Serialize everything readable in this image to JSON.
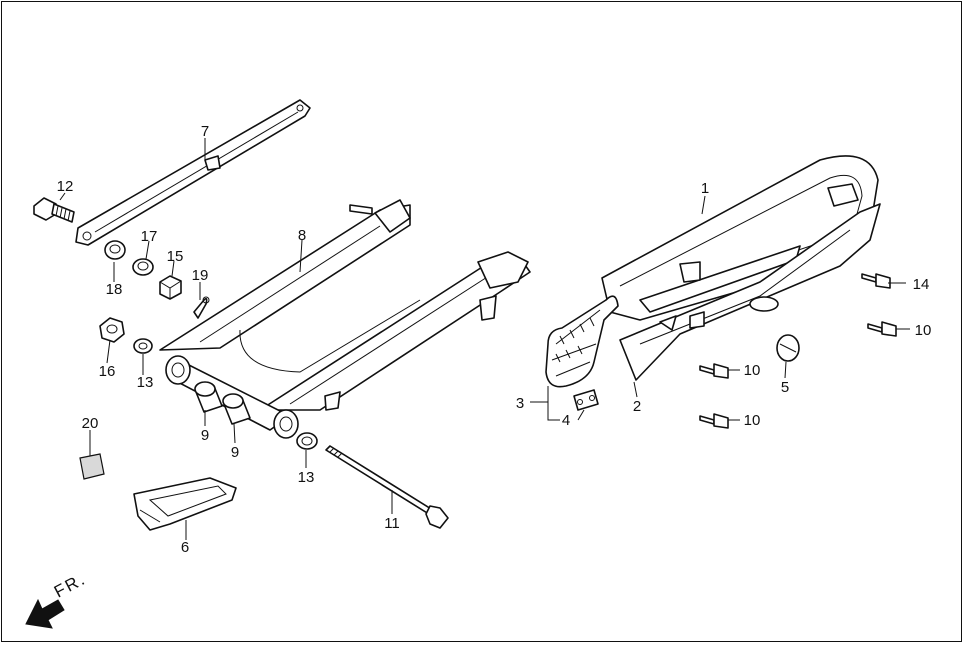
{
  "callouts": [
    "1",
    "2",
    "3",
    "4",
    "5",
    "6",
    "7",
    "8",
    "9",
    "9",
    "10",
    "10",
    "10",
    "11",
    "12",
    "13",
    "13",
    "14",
    "15",
    "16",
    "17",
    "18",
    "19",
    "20"
  ],
  "direction_label": "FR."
}
